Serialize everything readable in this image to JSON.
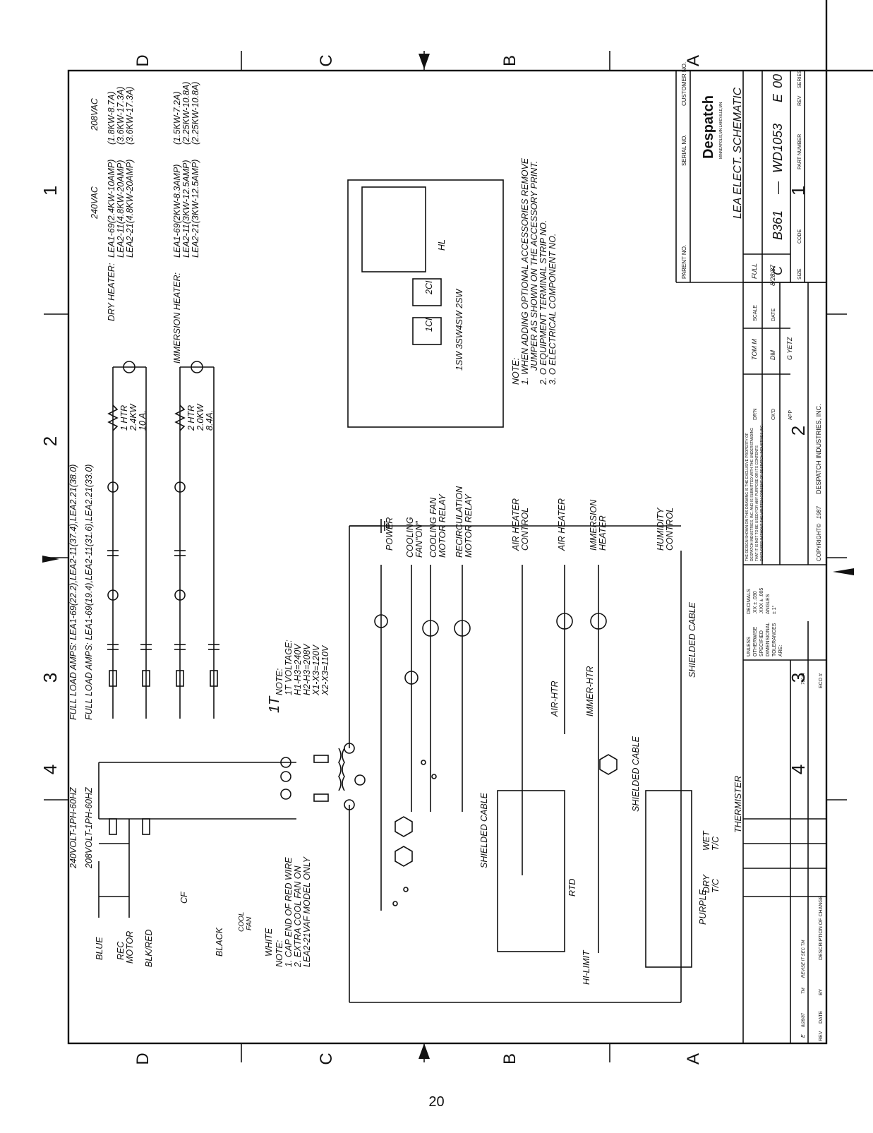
{
  "grid": {
    "cols": [
      "4",
      "3",
      "2",
      "1"
    ],
    "rows": [
      "A",
      "B",
      "C",
      "D"
    ]
  },
  "supply": {
    "v240": "240VOLT-1PH-60HZ",
    "v208": "208VOLT-1PH-60HZ",
    "fla_240": "FULL LOAD AMPS: LEA1-69(22.2),LEA2-11(37.4),LEA2.21(38.0)",
    "fla_208": "FULL LOAD AMPS: LEA1-69(19.4),LEA2-11(31.6),LEA2.21(33.0)"
  },
  "heater_table": {
    "h240": "240VAC",
    "h208": "208VAC",
    "dry_label": "DRY HEATER:",
    "dry_240": [
      "LEA1-69(2.4KW-10AMP)",
      "LEA2-11(4.8KW-20AMP)",
      "LEA2-21(4.8KW-20AMP)"
    ],
    "dry_208": [
      "(1.8KW-8.7A)",
      "(3.6KW-17.3A)",
      "(3.6KW-17.3A)"
    ],
    "imm_label": "IMMERSION HEATER:",
    "imm_240": [
      "LEA1-69(2KW-8.3AMP)",
      "LEA2-11(3KW-12.5AMP)",
      "LEA2-21(3KW-12.5AMP)"
    ],
    "imm_208": [
      "(1.5KW-7.2A)",
      "(2.25KW-10.8A)",
      "(2.25KW-10.8A)"
    ]
  },
  "heaters": {
    "htr1": [
      "1 HTR",
      "2.4KW",
      "10 A."
    ],
    "htr2": [
      "2 HTR",
      "2.0KW",
      "8.4A."
    ]
  },
  "transformer": {
    "name": "1T",
    "note": [
      "NOTE:",
      "1T VOLTAGE:",
      "H1-H3=240V",
      "H2-H3=208V",
      "X1-X3=120V",
      "X2-X3=110V"
    ]
  },
  "circuit_labels": {
    "power": "POWER",
    "cooling_fan_on": [
      "COOLING",
      "FAN\"ON\""
    ],
    "cooling_fan_relay": [
      "COOLING FAN",
      "MOTOR RELAY"
    ],
    "recirc_relay": [
      "RECIRCULATION",
      "MOTOR RELAY"
    ],
    "air_heater_control": [
      "AIR HEATER",
      "CONTROL"
    ],
    "air_heater": "AIR HEATER",
    "immersion_heater": [
      "IMMERSION",
      "HEATER"
    ],
    "humidity_control": [
      "HUMIDITY",
      "CONTROL"
    ]
  },
  "motors": {
    "rec_motor": [
      "REC",
      "MOTOR"
    ],
    "cf": "CF",
    "cool_fan": [
      "COOL",
      "FAN"
    ],
    "blue": "BLUE",
    "blk_red": "BLK/RED",
    "black": "BLACK",
    "white": "WHITE"
  },
  "motor_note": [
    "NOTE:",
    "1. CAP END OF RED WIRE",
    "2. EXTRA COOL FAN ON",
    "LEA2-21VAF MODEL ONLY"
  ],
  "panel": {
    "hl": "HL",
    "c1": "1CI",
    "c2": "2CI",
    "switches": "1SW 3SW4SW 2SW"
  },
  "general_note": [
    "NOTE:",
    "1. WHEN ADDING OPTIONAL ACCESSORIES REMOVE",
    "JUMPER AS SHOWN ON THE ACCESSORY PRINT.",
    "2. O EQUIPMENT TERMINAL STRIP NO.",
    "3. O ELECTRICAL COMPONENT NO."
  ],
  "controls": {
    "shielded_cable": "SHIELDED CABLE",
    "thermister": "THERMISTER",
    "rtd": "RTD",
    "purple": "PURPLE",
    "dry_tc": [
      "DRY",
      "T/C"
    ],
    "wet_tc": [
      "WET",
      "T/C"
    ],
    "hi_limit": "HI-LIMIT",
    "air_htr": "AIR-HTR",
    "immer_htr": "IMMER-HTR"
  },
  "title_block": {
    "parent_no": "PARENT NO.",
    "serial_no": "SERIAL NO.",
    "customer_no": "CUSTOMER NO.",
    "brand": "Despatch",
    "brand_sub": "MINNEAPOLIS,MN LAKEVILLE,MN",
    "title": "LEA ELECT. SCHEMATIC",
    "size": "C",
    "code": "B361",
    "dash": "—",
    "part_number": "WD1053",
    "rev": "E",
    "series": "00",
    "size_lbl": "SIZE",
    "code_lbl": "CODE",
    "part_lbl": "PART NUMBER",
    "rev_lbl": "REV",
    "series_lbl": "SERIES",
    "drn_lbl": "DR'N",
    "drn": "TOM M",
    "ckd_lbl": "CK'D",
    "ckd": "DM",
    "app_lbl": "APP",
    "app": "G YETZ",
    "scale_lbl": "SCALE",
    "scale": "FULL",
    "date_lbl": "DATE",
    "date": "8/28/87",
    "copyright": "COPYRIGHT©",
    "year": "1987",
    "company": "DESPATCH INDUSTRIES, INC.",
    "property": [
      "THE DESIGN SHOWN ON THIS DRAWING IS THE EXCLUSIVE PROPERTY OF",
      "DESPATCH INDUSTRIES, INC. AND IS SUBMITTED WITH THE UNDERSTANDING",
      "THAT IT IS NOT TO BE USED FOR ANY PURPOSE OR ITS CONTENTS",
      "DISCLOSED WITHOUT THE WRITTEN CONSENT OF DESPATCH INDUSTRIES,INC."
    ],
    "tolerances": [
      "UNLESS",
      "OTHERWISE",
      "SPECIFIED",
      "DIMENSIONAL",
      "TOLERANCES",
      "ARE:"
    ],
    "decimals": [
      "DECIMALS",
      ".XX ± .030",
      ".XXX ± .005",
      "ANGLES",
      "± 1°"
    ],
    "rev_hdr": [
      "REV",
      "DATE",
      "BY",
      "DESCRIPTION OF CHANGE",
      "ECO #"
    ],
    "rev_row": [
      "E",
      "8/28/87",
      "TM",
      "REVISE IT SEC TM",
      "76044"
    ]
  },
  "page_number": "20"
}
